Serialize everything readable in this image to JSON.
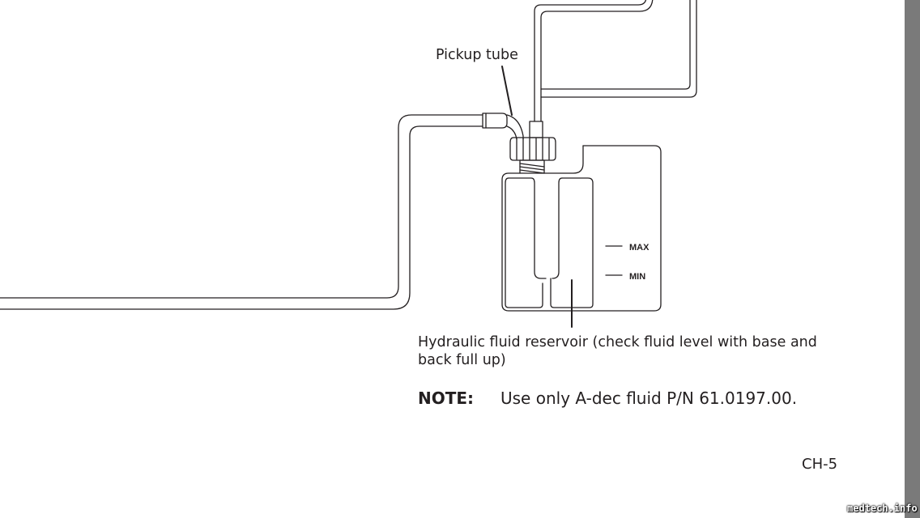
{
  "callouts": {
    "pickup_tube": "Pickup tube",
    "reservoir": "Hydraulic fluid reservoir (check fluid level with base and back full up)"
  },
  "gauge": {
    "max_label": "MAX",
    "min_label": "MIN"
  },
  "note": {
    "label": "NOTE:",
    "text": "Use only A-dec fluid P/N 61.0197.00."
  },
  "page_number": "CH-5",
  "watermark": "medtech.info",
  "colors": {
    "line": "#231f20",
    "side_bar": "#7a7a7a",
    "background": "#ffffff"
  }
}
